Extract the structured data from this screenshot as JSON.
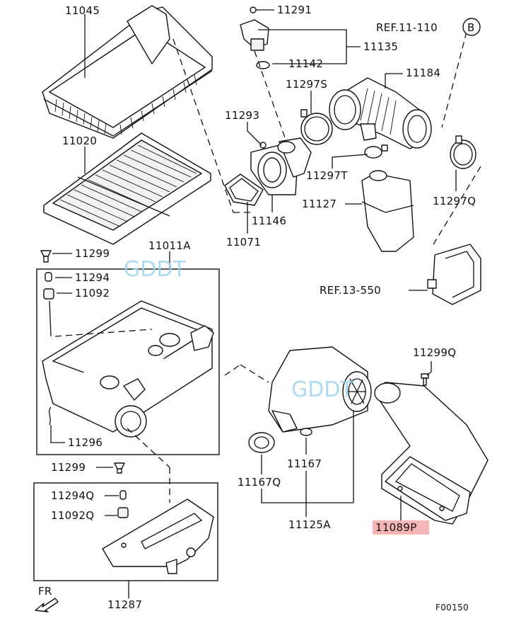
{
  "labels": {
    "p11045": "11045",
    "p11020": "11020",
    "p11291": "11291",
    "p11142": "11142",
    "p11135": "11135",
    "ref_11_110": "REF.11-110",
    "ref_badge": "B",
    "p11184": "11184",
    "p11297s": "11297S",
    "p11293": "11293",
    "p11297t": "11297T",
    "p11127": "11127",
    "p11297q": "11297Q",
    "p11146": "11146",
    "p11071": "11071",
    "p11299_top": "11299",
    "p11011a": "11011A",
    "p11294": "11294",
    "p11092": "11092",
    "ref_13_550": "REF.13-550",
    "p11299q": "11299Q",
    "p11296": "11296",
    "p11299_mid": "11299",
    "p11167": "11167",
    "p11167q": "11167Q",
    "p11294q": "11294Q",
    "p11092q": "11092Q",
    "p11125a": "11125A",
    "p11089p": "11089P",
    "fr": "FR",
    "p11287": "11287",
    "code": "F00150"
  },
  "watermarks": [
    "GDDT",
    "GDDT"
  ],
  "colors": {
    "ink": "#111111",
    "highlight": "#f5b5b5",
    "watermark": "#9fd4ec"
  }
}
